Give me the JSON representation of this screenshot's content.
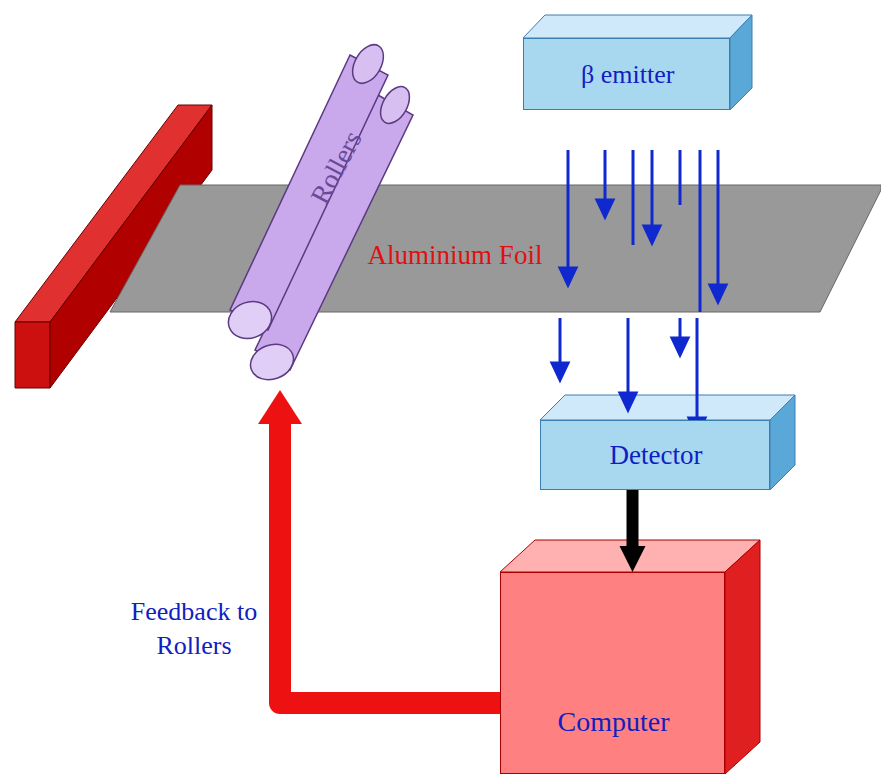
{
  "diagram": {
    "nodes": [
      {
        "text": [
          "β emitter"
        ]
      },
      {
        "text": [
          "Aluminium Foil"
        ]
      },
      {
        "text": [
          "Rollers"
        ]
      },
      {
        "text": [
          "Detector"
        ]
      },
      {
        "text": [
          "Computer"
        ]
      }
    ],
    "edges": [
      {
        "from": 3,
        "to": 4,
        "arrow": "to"
      },
      {
        "from": 4,
        "to": 2,
        "arrow": "to",
        "label": "Feedback to Rollers"
      }
    ]
  }
}
